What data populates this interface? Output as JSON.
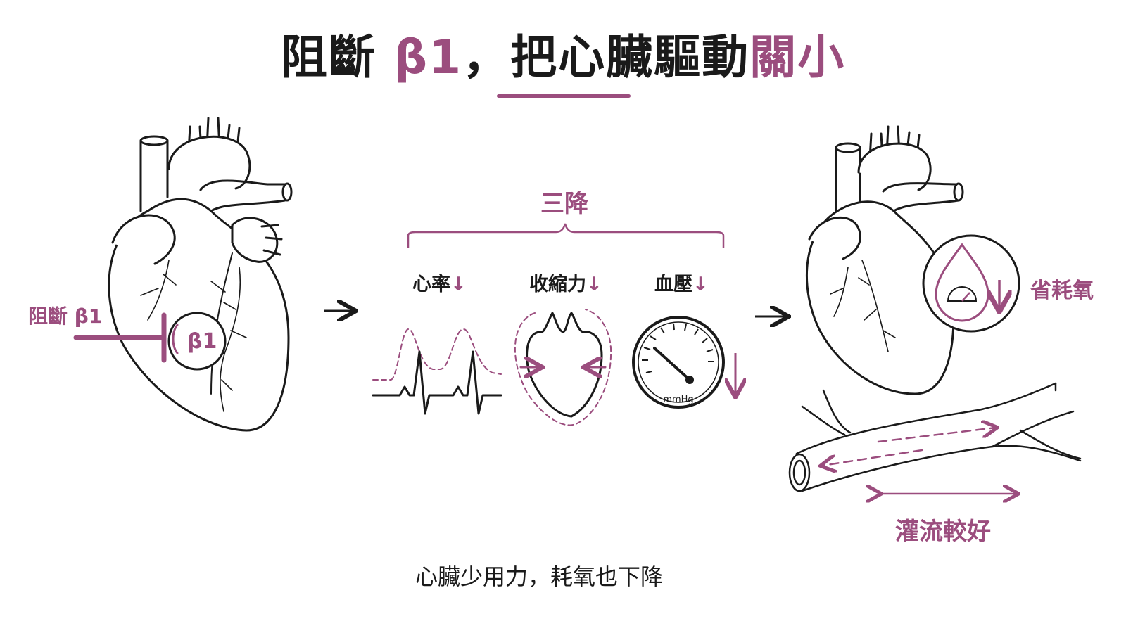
{
  "title": {
    "part1": "阻斷 ",
    "accent1": "β1",
    "part2": "，把心臟驅動",
    "accent2": "關小"
  },
  "left": {
    "block_label": "阻斷 β1",
    "receptor_label": "β1"
  },
  "middle": {
    "group_label": "三降",
    "items": [
      {
        "label": "心率",
        "arrow": "↓"
      },
      {
        "label": "收縮力",
        "arrow": "↓"
      },
      {
        "label": "血壓",
        "arrow": "↓"
      }
    ],
    "gauge_unit": "mmHg"
  },
  "right": {
    "oxygen_label": "省耗氧",
    "perfusion_label": "灌流較好"
  },
  "footer": "心臟少用力，耗氧也下降",
  "colors": {
    "accent": "#9b4d7e",
    "ink": "#1a1a1a"
  },
  "icons": [
    "heart-icon",
    "arrow-right-icon",
    "ecg-icon",
    "heart-outline-icon",
    "gauge-icon",
    "droplet-gauge-icon",
    "vessel-icon"
  ]
}
